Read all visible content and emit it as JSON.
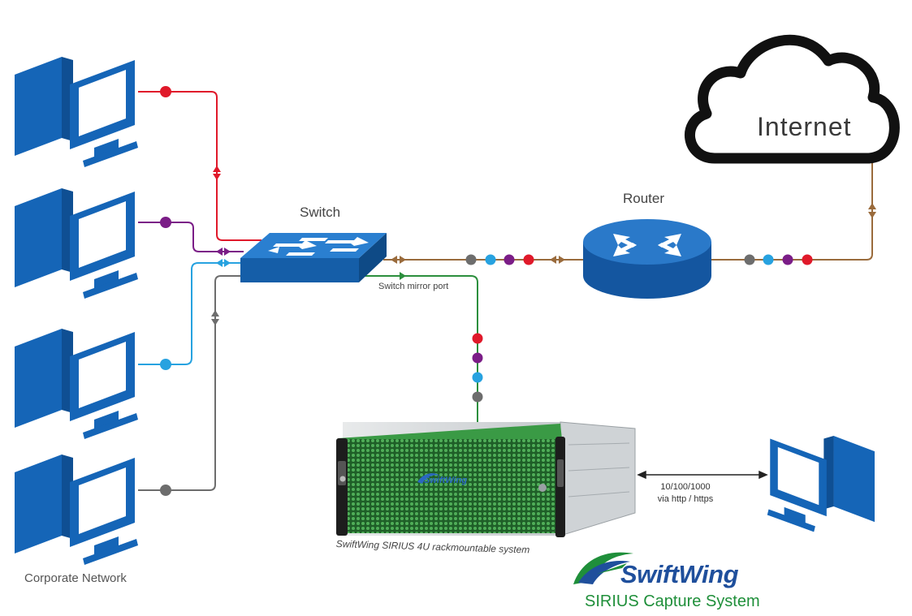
{
  "labels": {
    "internet": "Internet",
    "switch": "Switch",
    "router": "Router",
    "mirror_port": "Switch mirror port",
    "mgmt_speed": "10/100/1000",
    "mgmt_protocol": "via http / https",
    "sirius_caption": "SwiftWing SIRIUS 4U rackmountable system",
    "corporate_network": "Corporate Network",
    "bezel_logo": "SwiftWing"
  },
  "brand": {
    "name": "SwiftWing",
    "product": "SIRIUS Capture System"
  },
  "colors": {
    "computer_blue": "#1565b7",
    "switch_blue": "#1d6dbf",
    "router_blue": "#1a64b4",
    "red_link": "#e0192a",
    "purple_link": "#7b1d87",
    "cyan_link": "#27a2e0",
    "gray_link": "#6d6d6d",
    "brown_link": "#9a6b3c",
    "green_link": "#2c8f3d",
    "appliance_green": "#2f8a3a",
    "brand_blue": "#1f4f9c",
    "brand_green": "#1f8f3a"
  },
  "icons": [
    "computer-icon",
    "network-switch-icon",
    "router-icon",
    "cloud-icon",
    "rack-server-icon",
    "swift-bird-logo-icon"
  ]
}
